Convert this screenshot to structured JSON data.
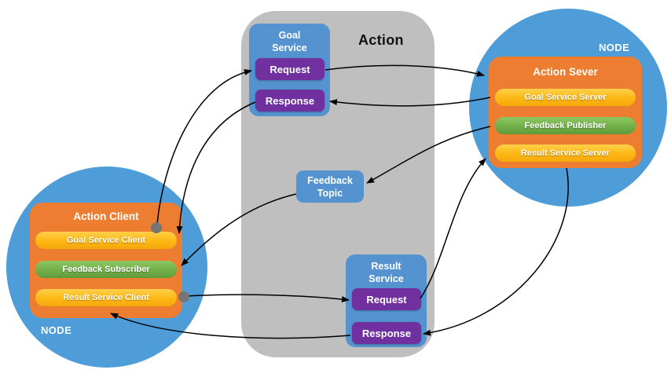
{
  "stage": {
    "action_label": "Action"
  },
  "goal_service": {
    "title": "Goal\nService",
    "request_label": "Request",
    "response_label": "Response"
  },
  "feedback_topic": {
    "title": "Feedback\nTopic"
  },
  "result_service": {
    "title": "Result\nService",
    "request_label": "Request",
    "response_label": "Response"
  },
  "action_client": {
    "node_label": "NODE",
    "title": "Action Client",
    "pills": [
      {
        "label": "Goal Service Client",
        "color": "#FFC000"
      },
      {
        "label": "Feedback Subscriber",
        "color": "#70AD47"
      },
      {
        "label": "Result Service Client",
        "color": "#FFC000"
      }
    ]
  },
  "action_server": {
    "node_label": "NODE",
    "title": "Action Sever",
    "pills": [
      {
        "label": "Goal Service Server",
        "color": "#FFC000"
      },
      {
        "label": "Feedback Publisher",
        "color": "#70AD47"
      },
      {
        "label": "Result Service Server",
        "color": "#FFC000"
      }
    ]
  },
  "colors": {
    "circle_blue": "#4E9CD8",
    "box_blue": "#5493CF",
    "button_purple": "#7030A0",
    "box_orange": "#ED7D31",
    "pill_yellow": "#FFC000",
    "pill_green": "#70AD47",
    "panel_gray": "#BFBFBF",
    "arrow": "#000000"
  }
}
